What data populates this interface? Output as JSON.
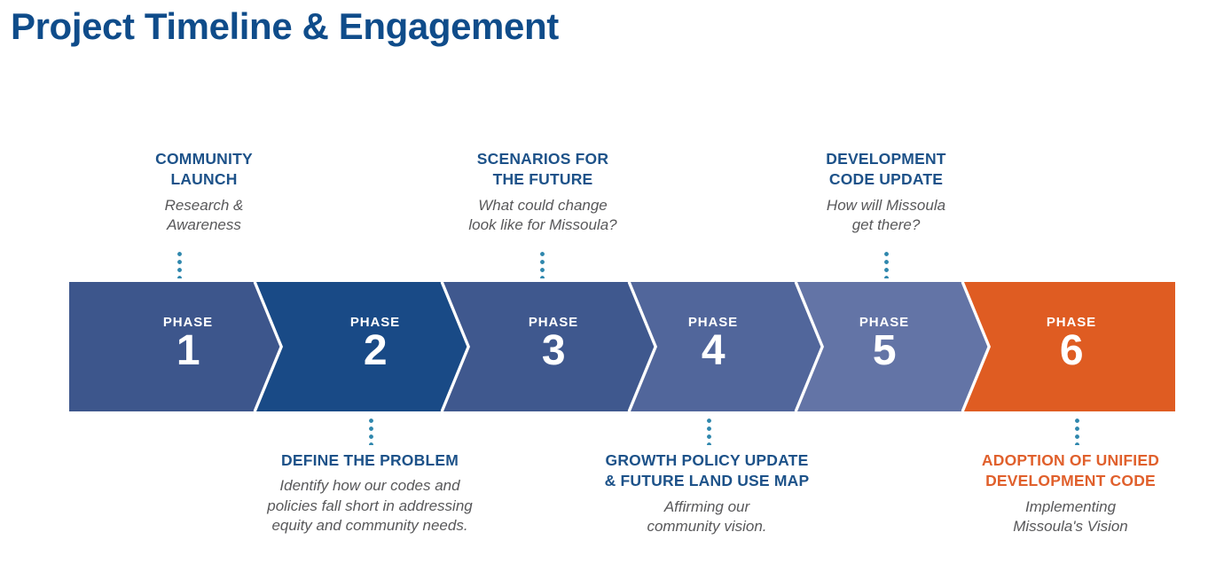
{
  "header": {
    "title": "Project Timeline & Engagement"
  },
  "colors": {
    "title_blue": "#0f4c8a",
    "heading_blue": "#1d5289",
    "body_gray": "#58585a",
    "accent_orange": "#e0602c",
    "connector_teal": "#2f87ad",
    "phase_1": "#3d568c",
    "phase_2": "#194a86",
    "phase_3": "#3f588e",
    "phase_4": "#51669b",
    "phase_5": "#6374a6",
    "phase_6": "#df5c22",
    "separator": "#ffffff"
  },
  "phases": [
    {
      "id": "phase-1",
      "word": "PHASE",
      "number": "1",
      "color": "#3d568c"
    },
    {
      "id": "phase-2",
      "word": "PHASE",
      "number": "2",
      "color": "#194a86"
    },
    {
      "id": "phase-3",
      "word": "PHASE",
      "number": "3",
      "color": "#3f588e"
    },
    {
      "id": "phase-4",
      "word": "PHASE",
      "number": "4",
      "color": "#51669b"
    },
    {
      "id": "phase-5",
      "word": "PHASE",
      "number": "5",
      "color": "#6374a6"
    },
    {
      "id": "phase-6",
      "word": "PHASE",
      "number": "6",
      "color": "#df5c22"
    }
  ],
  "callouts_top": [
    {
      "id": "community-launch",
      "title": "COMMUNITY\nLAUNCH",
      "desc": "Research &\nAwareness",
      "phase": "1"
    },
    {
      "id": "scenarios-for-the-future",
      "title": "SCENARIOS FOR\nTHE FUTURE",
      "desc": "What could change\nlook like for Missoula?",
      "phase": "3"
    },
    {
      "id": "development-code-update",
      "title": "DEVELOPMENT\nCODE UPDATE",
      "desc": "How will Missoula\nget there?",
      "phase": "5"
    }
  ],
  "callouts_bottom": [
    {
      "id": "define-the-problem",
      "title": "DEFINE THE PROBLEM",
      "desc": "Identify how our codes and\npolicies fall short in addressing\nequity and community needs.",
      "phase": "2",
      "accent": "blue"
    },
    {
      "id": "growth-policy-update",
      "title": "GROWTH POLICY UPDATE\n& FUTURE LAND USE MAP",
      "desc": "Affirming our\ncommunity vision.",
      "phase": "4",
      "accent": "blue"
    },
    {
      "id": "adoption-of-unified-development-code",
      "title": "ADOPTION OF UNIFIED\nDEVELOPMENT CODE",
      "desc": "Implementing\nMissoula's Vision",
      "phase": "6",
      "accent": "orange"
    }
  ],
  "chart_data": {
    "type": "table",
    "title": "Project Timeline & Engagement",
    "categories": [
      "PHASE 1",
      "PHASE 2",
      "PHASE 3",
      "PHASE 4",
      "PHASE 5",
      "PHASE 6"
    ],
    "series": [
      {
        "name": "milestone",
        "values": [
          "COMMUNITY LAUNCH",
          "DEFINE THE PROBLEM",
          "SCENARIOS FOR THE FUTURE",
          "GROWTH POLICY UPDATE & FUTURE LAND USE MAP",
          "DEVELOPMENT CODE UPDATE",
          "ADOPTION OF UNIFIED DEVELOPMENT CODE"
        ]
      },
      {
        "name": "description",
        "values": [
          "Research & Awareness",
          "Identify how our codes and policies fall short in addressing equity and community needs.",
          "What could change look like for Missoula?",
          "Affirming our community vision.",
          "How will Missoula get there?",
          "Implementing Missoula's Vision"
        ]
      },
      {
        "name": "label_position",
        "values": [
          "above",
          "below",
          "above",
          "below",
          "above",
          "below"
        ]
      }
    ]
  }
}
